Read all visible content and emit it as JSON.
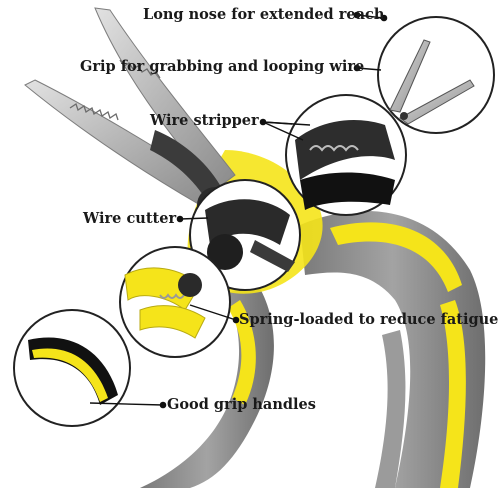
{
  "callouts": [
    {
      "label": "Long nose for extended reach"
    },
    {
      "label": "Grip for grabbing and looping wire"
    },
    {
      "label": "Wire stripper"
    },
    {
      "label": "Wire cutter"
    },
    {
      "label": "Spring-loaded to reduce fatigue"
    },
    {
      "label": "Good grip handles"
    }
  ],
  "colors": {
    "handle_grey": "#8e8e8e",
    "handle_yellow": "#f5e41a",
    "jaw_silver": "#c9c9c9",
    "jaw_dark": "#2b2b2b",
    "leader_line": "#111111"
  }
}
